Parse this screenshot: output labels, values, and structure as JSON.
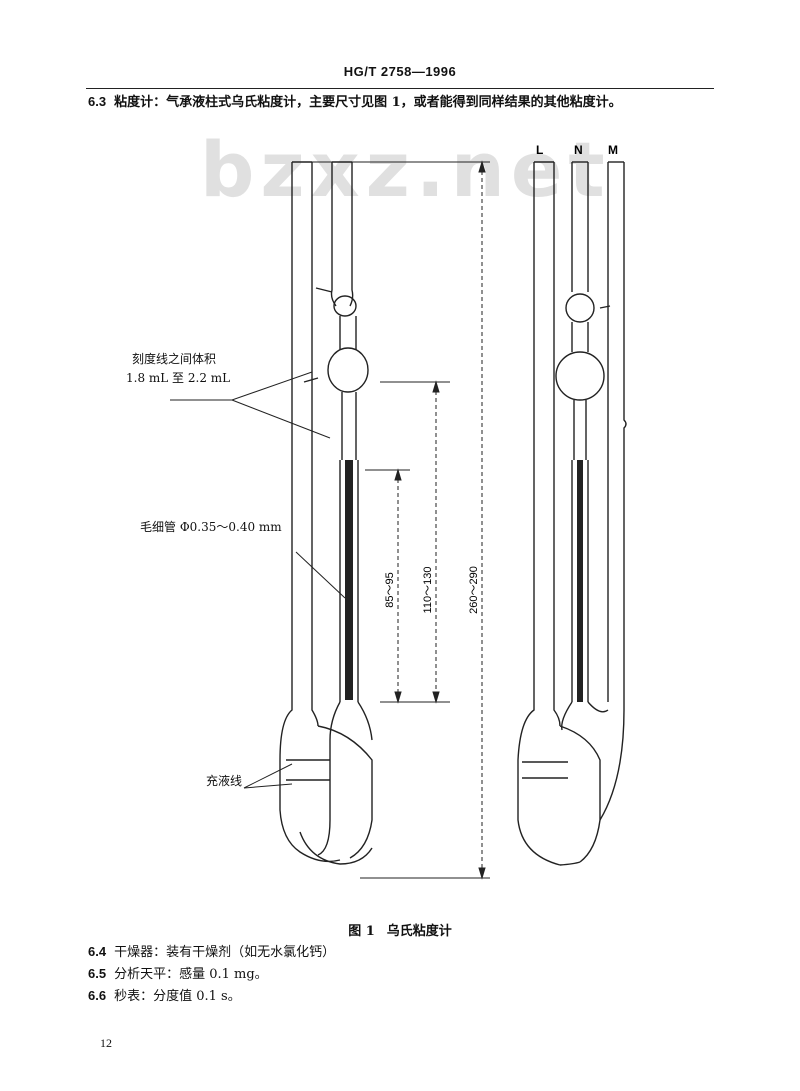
{
  "header": {
    "standard_code": "HG/T 2758—1996"
  },
  "watermark": "bzxz.net",
  "clauses": [
    {
      "num": "6.3",
      "text": "粘度计：气承液柱式乌氏粘度计，主要尺寸见图 1，或者能得到同样结果的其他粘度计。"
    },
    {
      "num": "6.4",
      "text": "干燥器：装有干燥剂（如无水氯化钙）"
    },
    {
      "num": "6.5",
      "text": "分析天平：感量 0.1 mg。"
    },
    {
      "num": "6.6",
      "text": "秒表：分度值 0.1 s。"
    }
  ],
  "figure": {
    "tube_labels": [
      "L",
      "N",
      "M"
    ],
    "annotations": {
      "volume_line1": "刻度线之间体积",
      "volume_line2": "1.8 mL 至 2.2 mL",
      "capillary": "毛细管 Φ0.35～0.40 mm",
      "fill_line": "充液线"
    },
    "dimensions": [
      "85～95",
      "110～130",
      "260～290"
    ],
    "caption_number": "图 1",
    "caption_title": "乌氏粘度计"
  },
  "page_number": "12"
}
